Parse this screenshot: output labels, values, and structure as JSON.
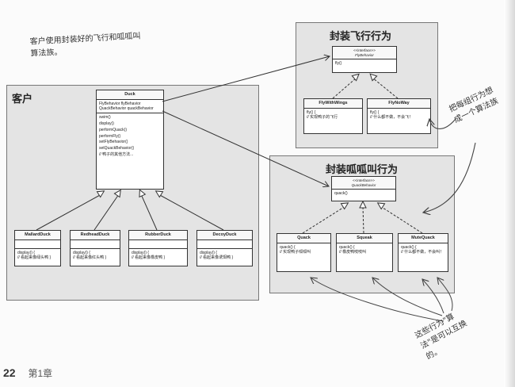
{
  "notes": {
    "top_left": [
      "客户使用封装好的飞行和呱呱叫",
      "算法族。"
    ],
    "right_top": [
      "把每组行为想",
      "成一个算法族"
    ],
    "right_bottom": [
      "这些行为\"算",
      "法\"是可以互换",
      "的。"
    ]
  },
  "groups": {
    "client": {
      "title": "客户"
    },
    "fly": {
      "title": "封装飞行行为"
    },
    "quack": {
      "title": "封装呱呱叫行为"
    }
  },
  "duck": {
    "name": "Duck",
    "fields": [
      "FlyBehavior flyBehavior",
      "QuackBehavior quackBehavior"
    ],
    "methods": [
      "swim()",
      "display()",
      "performQuack()",
      "performFly()",
      "setFlyBehavior()",
      "setQuackBehavior()",
      "// 鸭子的其他方法..."
    ]
  },
  "subclasses": [
    {
      "name": "MallardDuck",
      "body": [
        "display() {",
        "  // 看起来像绿头鸭 }"
      ]
    },
    {
      "name": "RedheadDuck",
      "body": [
        "display() {",
        "  // 看起来像红头鸭 }"
      ]
    },
    {
      "name": "RubberDuck",
      "body": [
        "display() {",
        "  // 看起来像橡皮鸭 }"
      ]
    },
    {
      "name": "DecoyDuck",
      "body": [
        "display() {",
        "  // 看起来像诱饵鸭 }"
      ]
    }
  ],
  "fly_interface": {
    "stereotype": "<<interface>>",
    "name": "FlyBehavior",
    "method": "fly()"
  },
  "fly_impls": [
    {
      "name": "FlyWithWings",
      "body": [
        "fly() {",
        "  // 实现鸭子的飞行"
      ]
    },
    {
      "name": "FlyNoWay",
      "body": [
        "fly() {",
        "  // 什么都不做，不会飞！"
      ]
    }
  ],
  "quack_interface": {
    "stereotype": "<<interface>>",
    "name": "QuackBehavior",
    "method": "quack()"
  },
  "quack_impls": [
    {
      "name": "Quack",
      "body": [
        "quack() {",
        "  // 实现鸭子呱呱叫"
      ]
    },
    {
      "name": "Squeak",
      "body": [
        "quack() {",
        "  // 橡皮鸭吱吱叫"
      ]
    },
    {
      "name": "MuteQuack",
      "body": [
        "quack() {",
        "  // 什么都不做，不会叫！"
      ]
    }
  ],
  "footer": {
    "page": "22",
    "chapter": "第1章"
  }
}
